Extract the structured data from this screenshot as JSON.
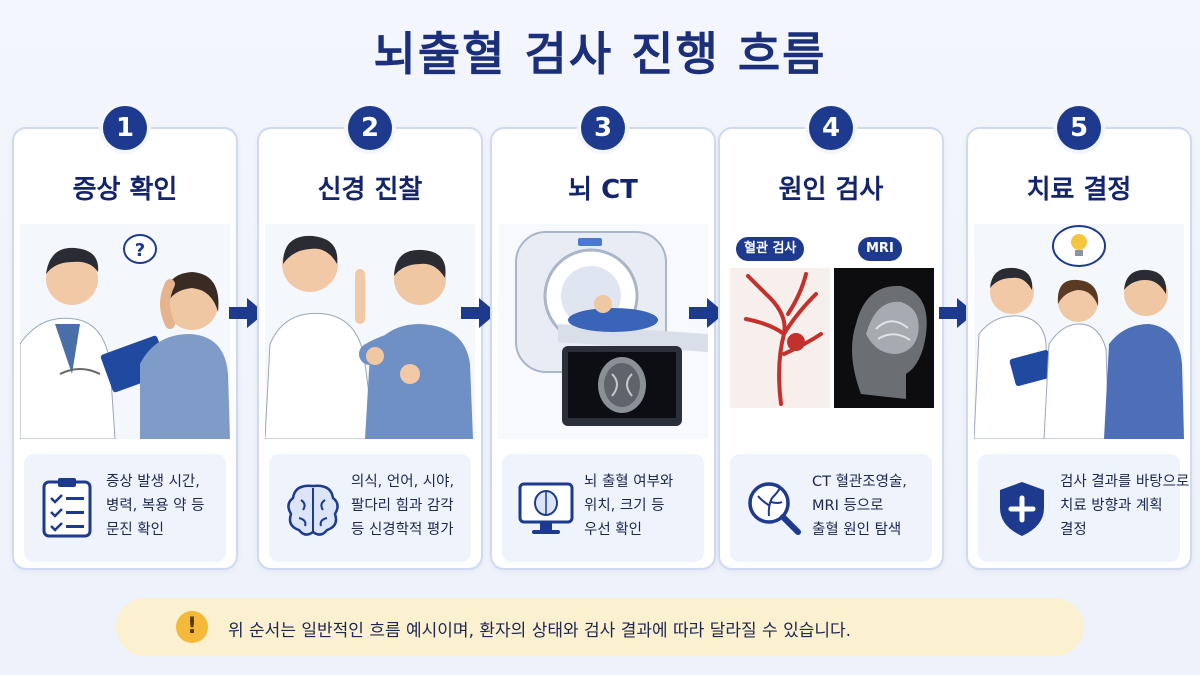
{
  "title": "뇌출혈 검사 진행 흐름",
  "steps": [
    {
      "number": "1",
      "title": "증상 확인",
      "lines": [
        "증상 발생 시간,",
        "병력, 복용 약 등",
        "문진 확인"
      ],
      "icon": "clipboard-checklist-icon"
    },
    {
      "number": "2",
      "title": "신경 진찰",
      "lines": [
        "의식, 언어, 시야,",
        "팔다리 힘과 감각",
        "등 신경학적 평가"
      ],
      "icon": "brain-icon"
    },
    {
      "number": "3",
      "title": "뇌 CT",
      "lines": [
        "뇌 출혈 여부와",
        "위치, 크기 등",
        "우선 확인"
      ],
      "icon": "monitor-brain-icon"
    },
    {
      "number": "4",
      "title": "원인 검사",
      "lines": [
        "CT 혈관조영술,",
        "MRI 등으로",
        "출혈 원인 탐색"
      ],
      "icon": "magnifier-vessel-icon",
      "labels": [
        "혈관 검사",
        "MRI"
      ]
    },
    {
      "number": "5",
      "title": "치료 결정",
      "lines": [
        "검사 결과를 바탕으로",
        "치료 방향과 계획",
        "결정"
      ],
      "icon": "shield-plus-icon"
    }
  ],
  "note": {
    "icon": "!",
    "text": "위 순서는 일반적인 흐름 예시이며, 환자의 상태와 검사 결과에 따라 달라질 수 있습니다."
  },
  "colors": {
    "accent": "#1d3a8f",
    "title": "#1b2f7a",
    "note_bg": "#fbf0cf",
    "note_icon": "#f4b93a"
  }
}
